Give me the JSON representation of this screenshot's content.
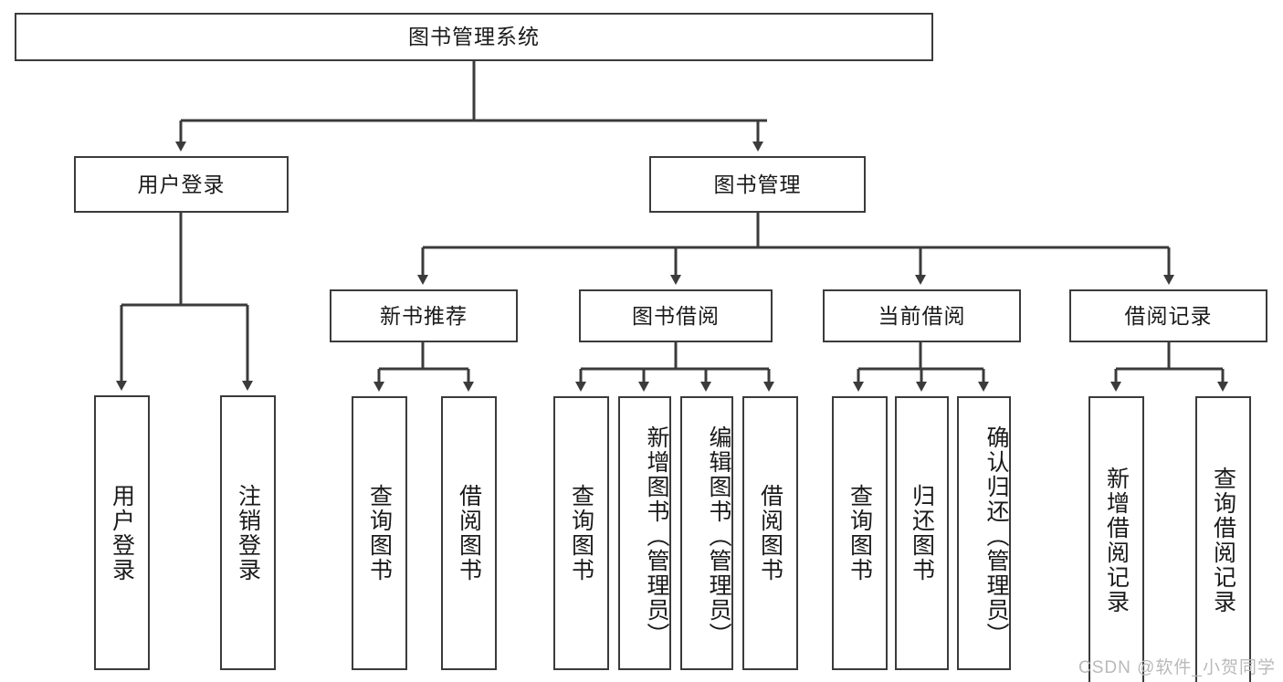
{
  "diagram": {
    "title": "图书管理系统",
    "type": "tree",
    "watermark": "CSDN @软件_小贺同学",
    "stroke_color": "#3b3b3b",
    "text_color": "#1a1a1a",
    "background": "#ffffff",
    "watermark_color": "#b9b9b9"
  },
  "nodes": {
    "root": {
      "label": "图书管理系统"
    },
    "level2": [
      {
        "id": "user-login",
        "label": "用户登录"
      },
      {
        "id": "book-manage",
        "label": "图书管理"
      }
    ],
    "level3": [
      {
        "id": "new-book-recommend",
        "label": "新书推荐"
      },
      {
        "id": "book-borrow",
        "label": "图书借阅"
      },
      {
        "id": "current-borrow",
        "label": "当前借阅"
      },
      {
        "id": "borrow-record",
        "label": "借阅记录"
      }
    ],
    "leaves": {
      "user_login": [
        {
          "id": "leaf-user-login",
          "label": "用户登录"
        },
        {
          "id": "leaf-logout",
          "label": "注销登录"
        }
      ],
      "new_book_recommend": [
        {
          "id": "leaf-query-book-1",
          "label": "查询图书"
        },
        {
          "id": "leaf-borrow-book-1",
          "label": "借阅图书"
        }
      ],
      "book_borrow": [
        {
          "id": "leaf-query-book-2",
          "label": "查询图书"
        },
        {
          "id": "leaf-add-book",
          "label": "新增图书（管理员）"
        },
        {
          "id": "leaf-edit-book",
          "label": "编辑图书（管理员）"
        },
        {
          "id": "leaf-borrow-book-2",
          "label": "借阅图书"
        }
      ],
      "current_borrow": [
        {
          "id": "leaf-query-book-3",
          "label": "查询图书"
        },
        {
          "id": "leaf-return-book",
          "label": "归还图书"
        },
        {
          "id": "leaf-confirm-return",
          "label": "确认归还（管理员）"
        }
      ],
      "borrow_record": [
        {
          "id": "leaf-add-record",
          "label": "新增借阅记录"
        },
        {
          "id": "leaf-query-record",
          "label": "查询借阅记录"
        }
      ]
    }
  }
}
